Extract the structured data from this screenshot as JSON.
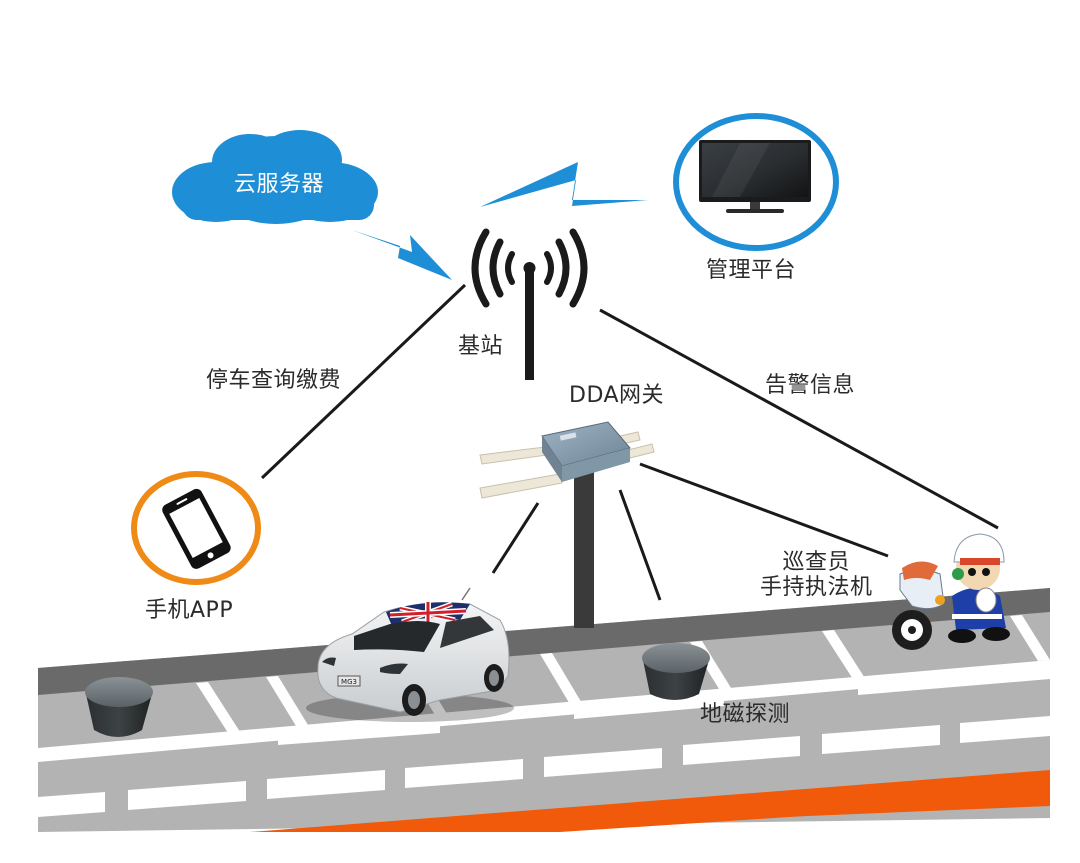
{
  "diagram": {
    "type": "smart-parking-system-architecture",
    "colors": {
      "accent_blue": "#1e8fd6",
      "accent_orange": "#f08a16",
      "road_dark": "#6b6b6b",
      "road_light": "#b5b5b5",
      "road_stripe": "#ffffff",
      "curb_orange": "#f05a0a",
      "line": "#1a1a1a",
      "label_text": "#2b2b2b"
    },
    "nodes": {
      "cloud_server": {
        "label": "云服务器",
        "icon": "cloud-icon"
      },
      "management_platform": {
        "label": "管理平台",
        "icon": "monitor-icon"
      },
      "base_station": {
        "label": "基站",
        "icon": "antenna-icon"
      },
      "dda_gateway": {
        "label": "DDA网关",
        "icon": "gateway-device-icon"
      },
      "mobile_app": {
        "label": "手机APP",
        "icon": "smartphone-icon"
      },
      "patrol_officer": {
        "label_line1": "巡查员",
        "label_line2": "手持执法机",
        "icon": "police-motorcycle-icon"
      },
      "geomagnetic_sensor": {
        "label": "地磁探测",
        "icon": "sensor-icon"
      }
    },
    "edges": {
      "parking_query_payment": {
        "label": "停车查询缴费",
        "from": "base_station",
        "to": "mobile_app"
      },
      "alarm_info": {
        "label": "告警信息",
        "from": "base_station",
        "to": "patrol_officer"
      }
    },
    "scene": {
      "car": {
        "plate": "MG3",
        "roof": "union-jack"
      },
      "sensor_count": 2
    }
  }
}
